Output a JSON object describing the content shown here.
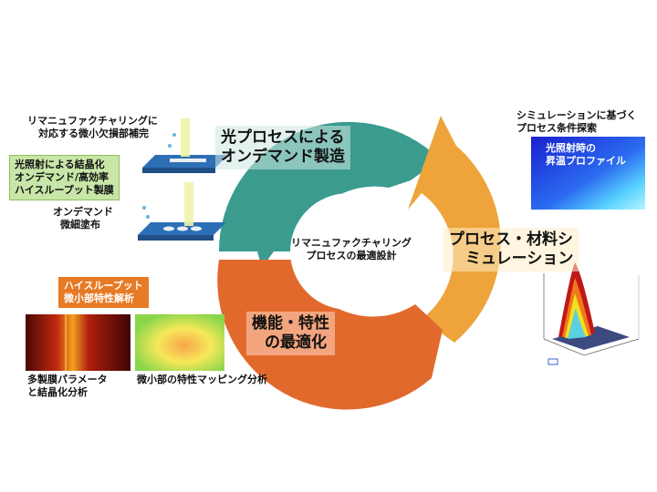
{
  "cycle": {
    "center_text": [
      "リマニュファクチャリング",
      "プロセスの最適設計"
    ],
    "segments": {
      "teal": {
        "label": [
          "光プロセスによる",
          "オンデマンド製造"
        ],
        "color": "#3a9b8e"
      },
      "orange": {
        "label": [
          "プロセス・材料シ",
          "ミュレーション"
        ],
        "color": "#eea43a"
      },
      "red": {
        "label": [
          "機能・特性",
          "の最適化"
        ],
        "color": "#e2692c"
      }
    }
  },
  "left_panel": {
    "repair_caption": [
      "リマニュファクチャリングに",
      "対応する微小欠損部補完"
    ],
    "crystal_box": [
      "光照射による結晶化",
      "オンデマンド/高効率",
      "ハイスループット製膜"
    ],
    "coating_caption": [
      "オンデマンド",
      "微細塗布"
    ]
  },
  "right_panel": {
    "sim_caption": [
      "シミュレーションに基づく",
      "プロセス条件探索"
    ],
    "sim_image_title": [
      "光照射時の",
      "昇温プロファイル"
    ]
  },
  "bottom_left": {
    "throughput_box": [
      "ハイスループット",
      "微小部特性解析"
    ],
    "multi_caption": [
      "多製膜パラメータ",
      "と結晶化分析"
    ],
    "mapping_caption": "微小部の特性マッピング分析"
  },
  "colors": {
    "teal": "#3a9b8e",
    "orange": "#eea43a",
    "red": "#e2692c",
    "plate_blue": "#2c6fb5"
  }
}
